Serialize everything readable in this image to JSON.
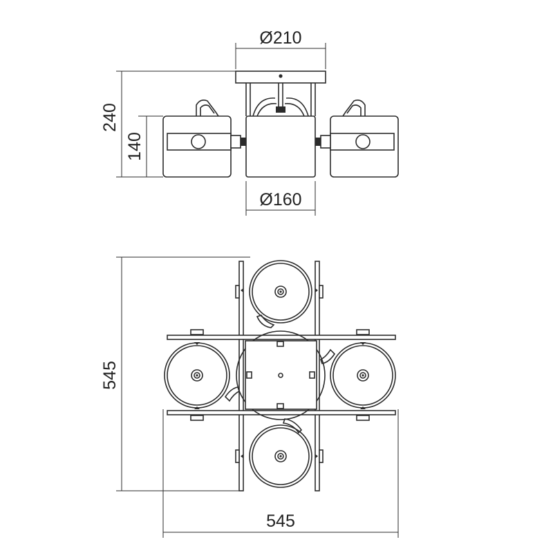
{
  "front_view": {
    "dim_top_diameter": "Ø210",
    "dim_bottom_diameter": "Ø160",
    "dim_total_height": "240",
    "dim_shade_height": "140"
  },
  "top_view": {
    "dim_height": "545",
    "dim_width": "545"
  }
}
